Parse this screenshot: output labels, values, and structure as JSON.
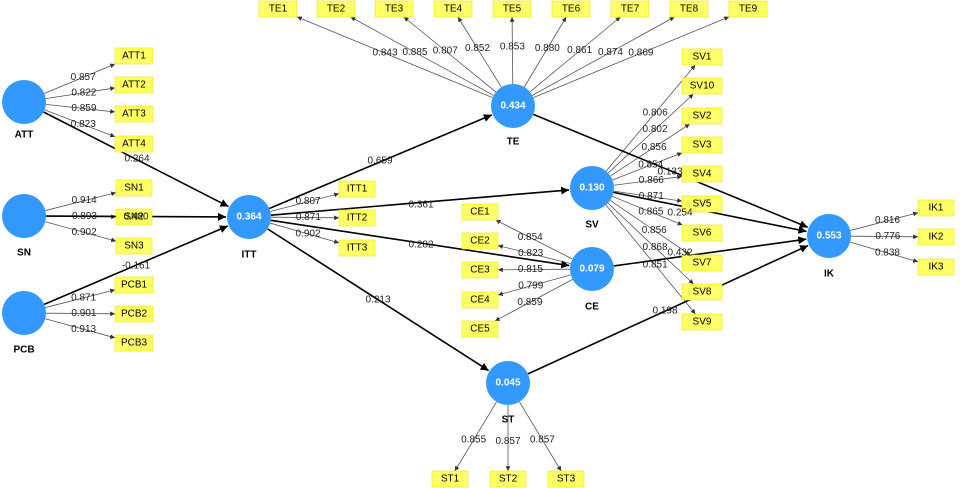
{
  "latents": {
    "ATT": {
      "label": "ATT",
      "value": ""
    },
    "SN": {
      "label": "SN",
      "value": ""
    },
    "PCB": {
      "label": "PCB",
      "value": ""
    },
    "ITT": {
      "label": "ITT",
      "value": "0.364"
    },
    "TE": {
      "label": "TE",
      "value": "0.434"
    },
    "SV": {
      "label": "SV",
      "value": "0.130"
    },
    "CE": {
      "label": "CE",
      "value": "0.079"
    },
    "ST": {
      "label": "ST",
      "value": "0.045"
    },
    "IK": {
      "label": "IK",
      "value": "0.553"
    }
  },
  "indicators": {
    "ATT": [
      {
        "name": "ATT1",
        "loading": "0.857"
      },
      {
        "name": "ATT2",
        "loading": "0.822"
      },
      {
        "name": "ATT3",
        "loading": "0.859"
      },
      {
        "name": "ATT4",
        "loading": "0.823"
      }
    ],
    "SN": [
      {
        "name": "SN1",
        "loading": "0.914"
      },
      {
        "name": "SN2",
        "loading": "0.893"
      },
      {
        "name": "SN3",
        "loading": "0.902"
      }
    ],
    "PCB": [
      {
        "name": "PCB1",
        "loading": "0.871"
      },
      {
        "name": "PCB2",
        "loading": "0.901"
      },
      {
        "name": "PCB3",
        "loading": "0.913"
      }
    ],
    "ITT": [
      {
        "name": "ITT1",
        "loading": "0.807"
      },
      {
        "name": "ITT2",
        "loading": "0.871"
      },
      {
        "name": "ITT3",
        "loading": "0.902"
      }
    ],
    "TE": [
      {
        "name": "TE1",
        "loading": "0.843"
      },
      {
        "name": "TE2",
        "loading": "0.885"
      },
      {
        "name": "TE3",
        "loading": "0.807"
      },
      {
        "name": "TE4",
        "loading": "0.852"
      },
      {
        "name": "TE5",
        "loading": "0.853"
      },
      {
        "name": "TE6",
        "loading": "0.880"
      },
      {
        "name": "TE7",
        "loading": "0.861"
      },
      {
        "name": "TE8",
        "loading": "0.874"
      },
      {
        "name": "TE9",
        "loading": "0.869"
      }
    ],
    "SV": [
      {
        "name": "SV1",
        "loading": "0.806"
      },
      {
        "name": "SV10",
        "loading": "0.802"
      },
      {
        "name": "SV2",
        "loading": "0.856"
      },
      {
        "name": "SV3",
        "loading": "0.854"
      },
      {
        "name": "SV4",
        "loading": "0.866"
      },
      {
        "name": "SV5",
        "loading": "0.871"
      },
      {
        "name": "SV6",
        "loading": "0.865"
      },
      {
        "name": "SV7",
        "loading": "0.856"
      },
      {
        "name": "SV8",
        "loading": "0.868"
      },
      {
        "name": "SV9",
        "loading": "0.851"
      }
    ],
    "CE": [
      {
        "name": "CE1",
        "loading": "0.854"
      },
      {
        "name": "CE2",
        "loading": "0.823"
      },
      {
        "name": "CE3",
        "loading": "0.815"
      },
      {
        "name": "CE4",
        "loading": "0.799"
      },
      {
        "name": "CE5",
        "loading": "0.859"
      }
    ],
    "ST": [
      {
        "name": "ST1",
        "loading": "0.855"
      },
      {
        "name": "ST2",
        "loading": "0.857"
      },
      {
        "name": "ST3",
        "loading": "0.857"
      }
    ],
    "IK": [
      {
        "name": "IK1",
        "loading": "0.816"
      },
      {
        "name": "IK2",
        "loading": "0.776"
      },
      {
        "name": "IK3",
        "loading": "0.838"
      }
    ]
  },
  "paths": [
    {
      "from": "ATT",
      "to": "ITT",
      "coef": "0.264"
    },
    {
      "from": "SN",
      "to": "ITT",
      "coef": "0.480"
    },
    {
      "from": "PCB",
      "to": "ITT",
      "coef": "-0.161"
    },
    {
      "from": "ITT",
      "to": "TE",
      "coef": "0.659"
    },
    {
      "from": "ITT",
      "to": "SV",
      "coef": "0.361"
    },
    {
      "from": "ITT",
      "to": "CE",
      "coef": "0.282"
    },
    {
      "from": "ITT",
      "to": "ST",
      "coef": "0.213"
    },
    {
      "from": "TE",
      "to": "IK",
      "coef": "0.133"
    },
    {
      "from": "SV",
      "to": "IK",
      "coef": "0.254"
    },
    {
      "from": "CE",
      "to": "IK",
      "coef": "0.432"
    },
    {
      "from": "ST",
      "to": "IK",
      "coef": "0.198"
    }
  ],
  "colors": {
    "latent": "#3399ff",
    "indicator": "#ffff66"
  }
}
